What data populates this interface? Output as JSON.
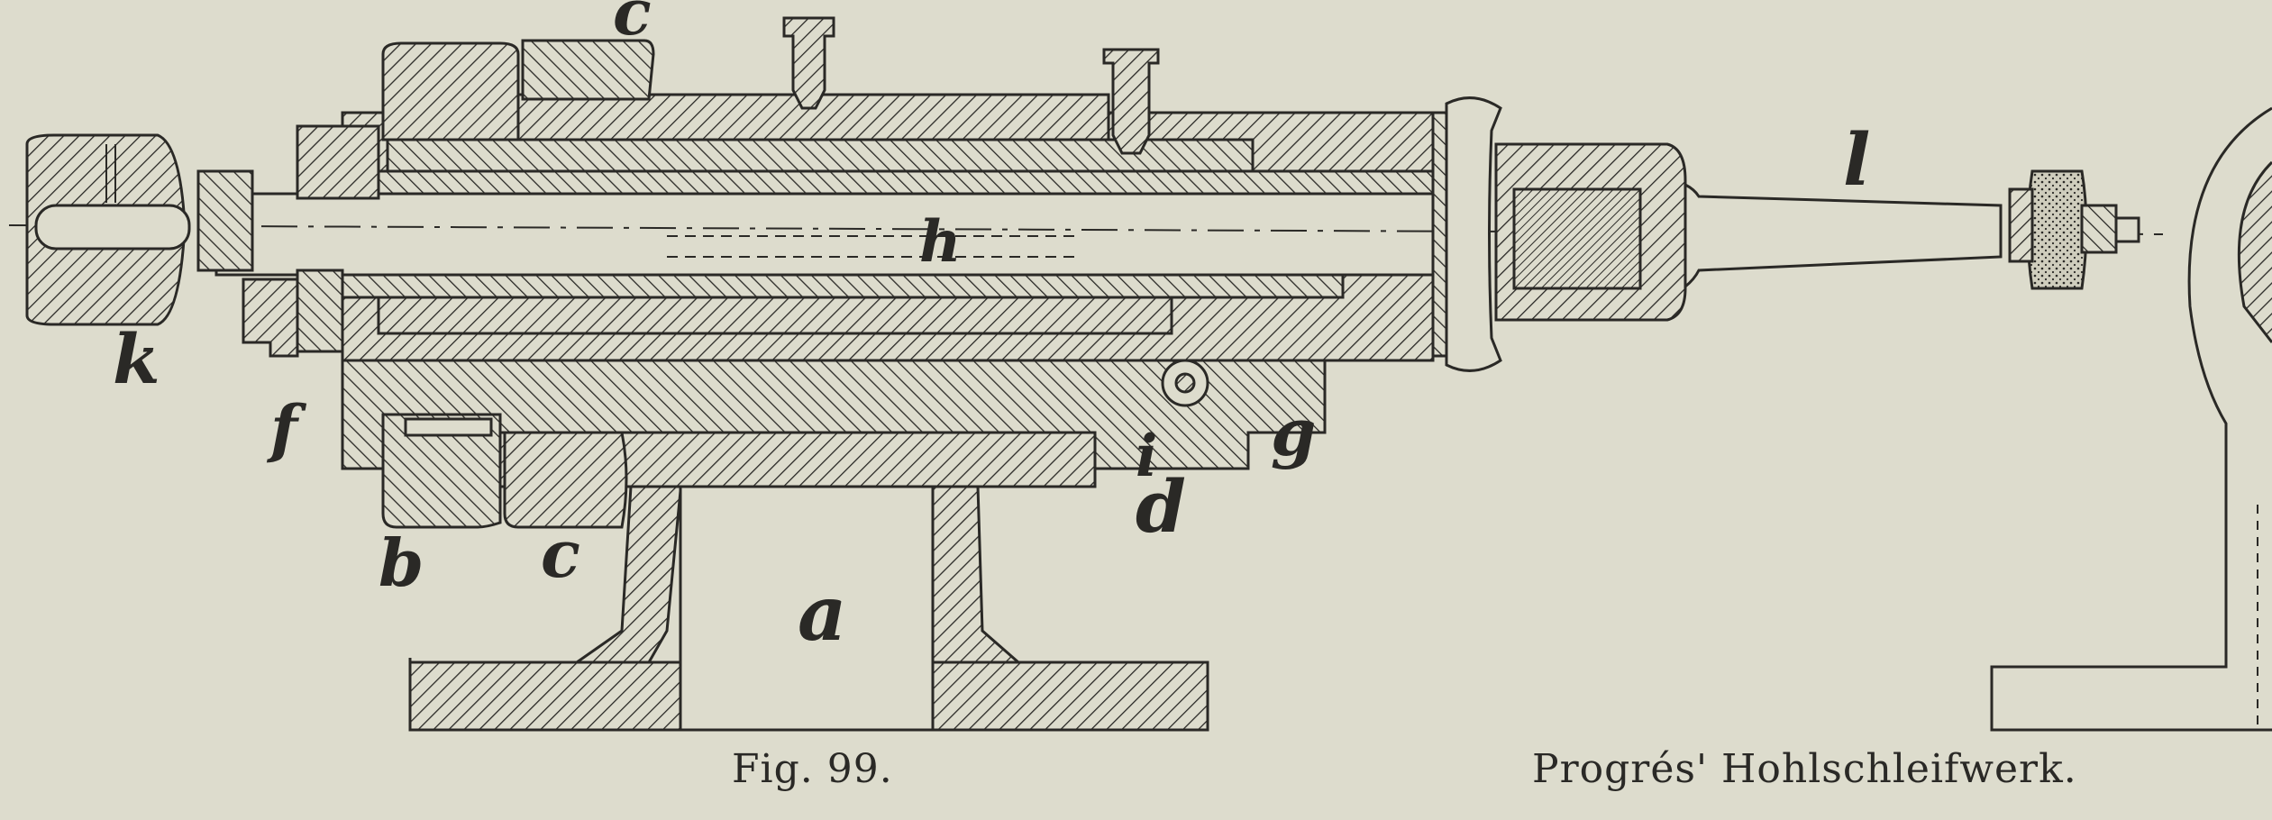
{
  "figure": {
    "caption_left": "Fig. 99.",
    "caption_right": "Progrés' Hohlschleifwerk."
  },
  "labels": {
    "a": "a",
    "b": "b",
    "c_top": "c",
    "c_bottom": "c",
    "d": "d",
    "f": "f",
    "g": "g",
    "h": "h",
    "i": "i",
    "k": "k",
    "l": "l"
  },
  "colors": {
    "paper": "#dddccd",
    "ink": "#2a2926"
  }
}
